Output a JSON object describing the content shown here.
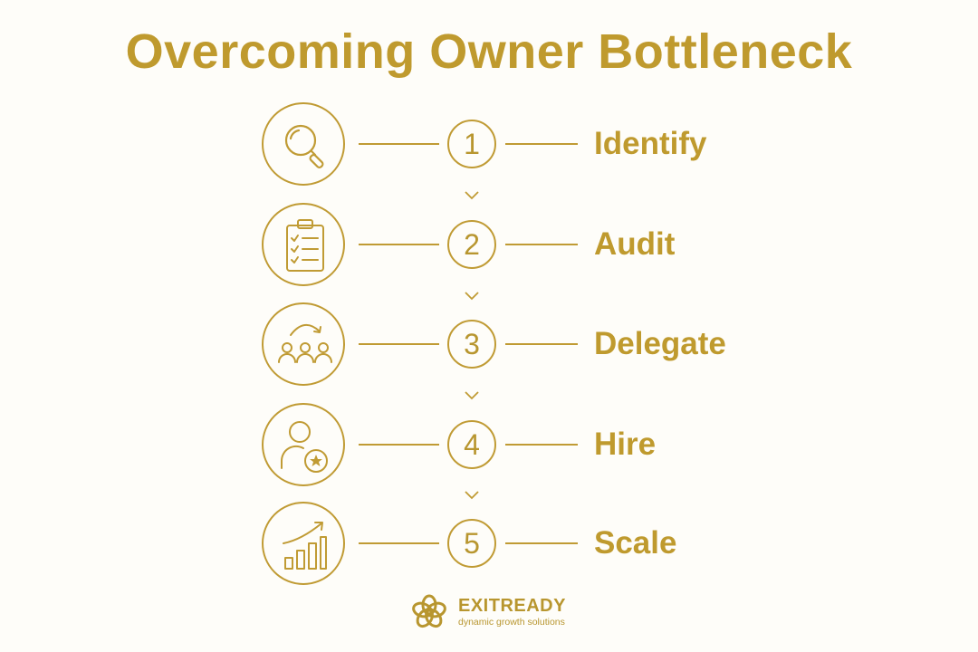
{
  "title": "Overcoming Owner Bottleneck",
  "steps": [
    {
      "number": "1",
      "label": "Identify",
      "icon": "magnifying-glass-icon"
    },
    {
      "number": "2",
      "label": "Audit",
      "icon": "clipboard-checklist-icon"
    },
    {
      "number": "3",
      "label": "Delegate",
      "icon": "team-delegate-icon"
    },
    {
      "number": "4",
      "label": "Hire",
      "icon": "person-star-icon"
    },
    {
      "number": "5",
      "label": "Scale",
      "icon": "growth-chart-icon"
    }
  ],
  "logo": {
    "name": "EXITREADY",
    "tagline": "dynamic growth solutions"
  },
  "colors": {
    "accent": "#bf9a2e",
    "background": "#fefdf9"
  }
}
